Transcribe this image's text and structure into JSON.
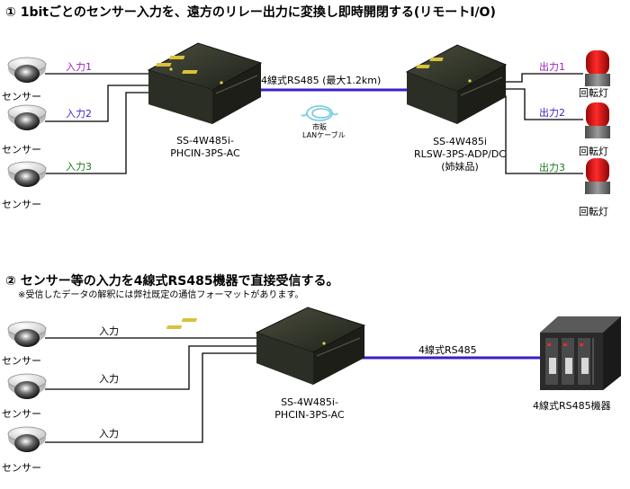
{
  "section1": {
    "heading": "① 1bitごとのセンサー入力を、遠方のリレー出力に変換し即時開閉する(リモートI/O)",
    "sensor_label": "センサー",
    "inputs": [
      "入力1",
      "入力2",
      "入力3"
    ],
    "outputs": [
      "出力1",
      "出力2",
      "出力3"
    ],
    "lamp_label": "回転灯",
    "link_label": "4線式RS485 (最大1.2km)",
    "cable_label_line1": "市販",
    "cable_label_line2": "LANケーブル",
    "left_device_line1": "SS-4W485i-",
    "left_device_line2": "PHCIN-3PS-AC",
    "right_device_line1": "SS-4W485i",
    "right_device_line2": "RLSW-3PS-ADP/DC",
    "right_device_line3": "(姉妹品)"
  },
  "section2": {
    "heading": "② センサー等の入力を4線式RS485機器で直接受信する。",
    "note": "※受信したデータの解釈には弊社既定の通信フォーマットがあります。",
    "sensor_label": "センサー",
    "input_label": "入力",
    "link_label": "4線式RS485",
    "device_line1": "SS-4W485i-",
    "device_line2": "PHCIN-3PS-AC",
    "target_label": "4線式RS485機器"
  },
  "colors": {
    "rs485_line": "#3c1ec8",
    "device_body": "#2a2d24",
    "lamp_red": "#d01010",
    "lamp_base": "#6a6a6a",
    "sensor_body": "#d9d9d9",
    "plc_body": "#3a3a3a"
  }
}
